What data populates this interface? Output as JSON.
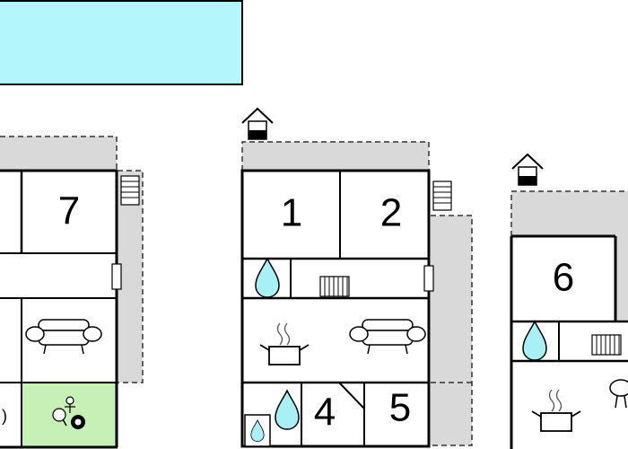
{
  "colors": {
    "pool": "#b3f7fc",
    "terrace": "#d9d9d9",
    "garden": "#c6f0b5",
    "water": "#a8f0f5",
    "wall": "#000000",
    "dashed": "#333333"
  },
  "rooms": {
    "r7": "7",
    "r1": "1",
    "r2": "2",
    "r4": "4",
    "r5": "5",
    "r6": "6"
  },
  "icons": [
    "pool",
    "terrace",
    "sofa-icon",
    "cooking-pot-icon",
    "water-drop-icon",
    "radiator-icon",
    "stairs-icon",
    "house-marker-icon",
    "table-tennis-icon",
    "billiard-ball-icon"
  ]
}
